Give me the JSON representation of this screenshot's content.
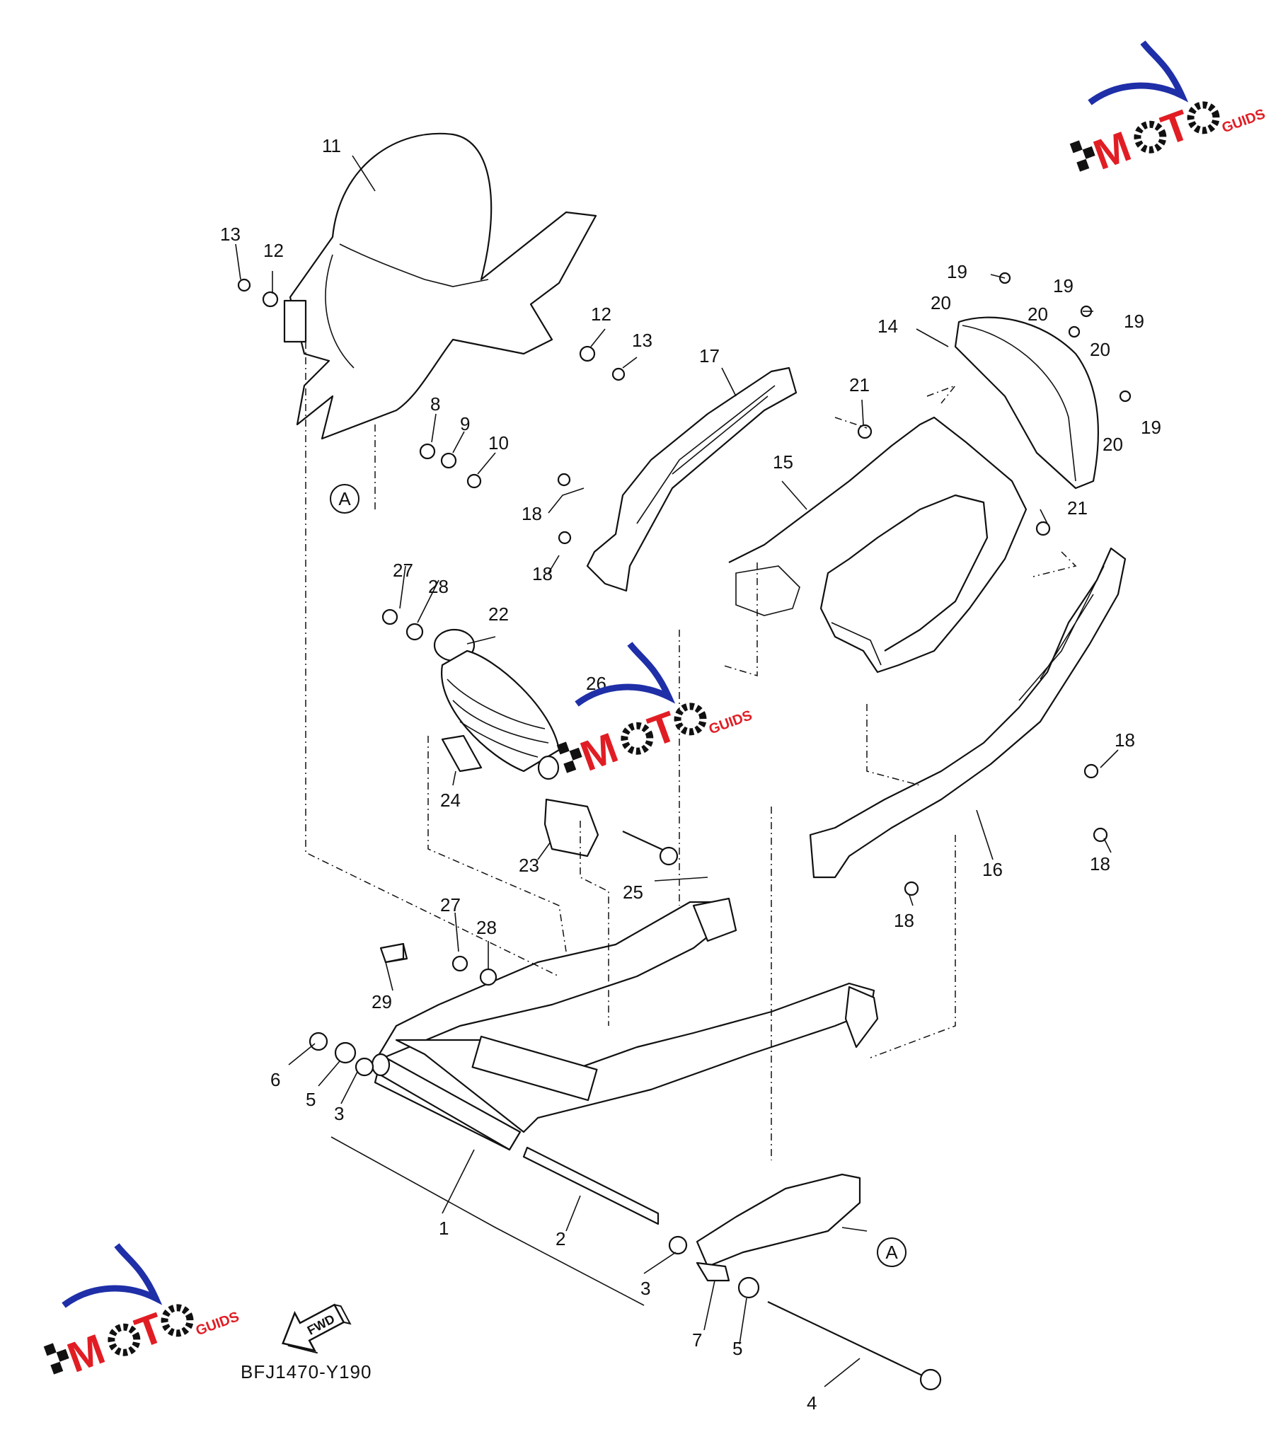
{
  "diagram": {
    "code": "BFJ1470-Y190",
    "fwd_label": "FWD",
    "ref_marker": "A",
    "callouts": [
      "1",
      "2",
      "3",
      "3",
      "4",
      "5",
      "5",
      "6",
      "7",
      "8",
      "9",
      "10",
      "11",
      "12",
      "12",
      "13",
      "13",
      "14",
      "15",
      "16",
      "17",
      "18",
      "18",
      "18",
      "18",
      "18",
      "19",
      "19",
      "19",
      "19",
      "20",
      "20",
      "20",
      "20",
      "21",
      "21",
      "22",
      "23",
      "24",
      "25",
      "26",
      "27",
      "27",
      "28",
      "28",
      "29"
    ]
  },
  "watermark": {
    "letters": [
      "M",
      "O",
      "T",
      "O"
    ],
    "suffix": "GUIDS",
    "colors": {
      "red": "#e11d24",
      "blue": "#1f2fa8",
      "black": "#111111"
    }
  }
}
